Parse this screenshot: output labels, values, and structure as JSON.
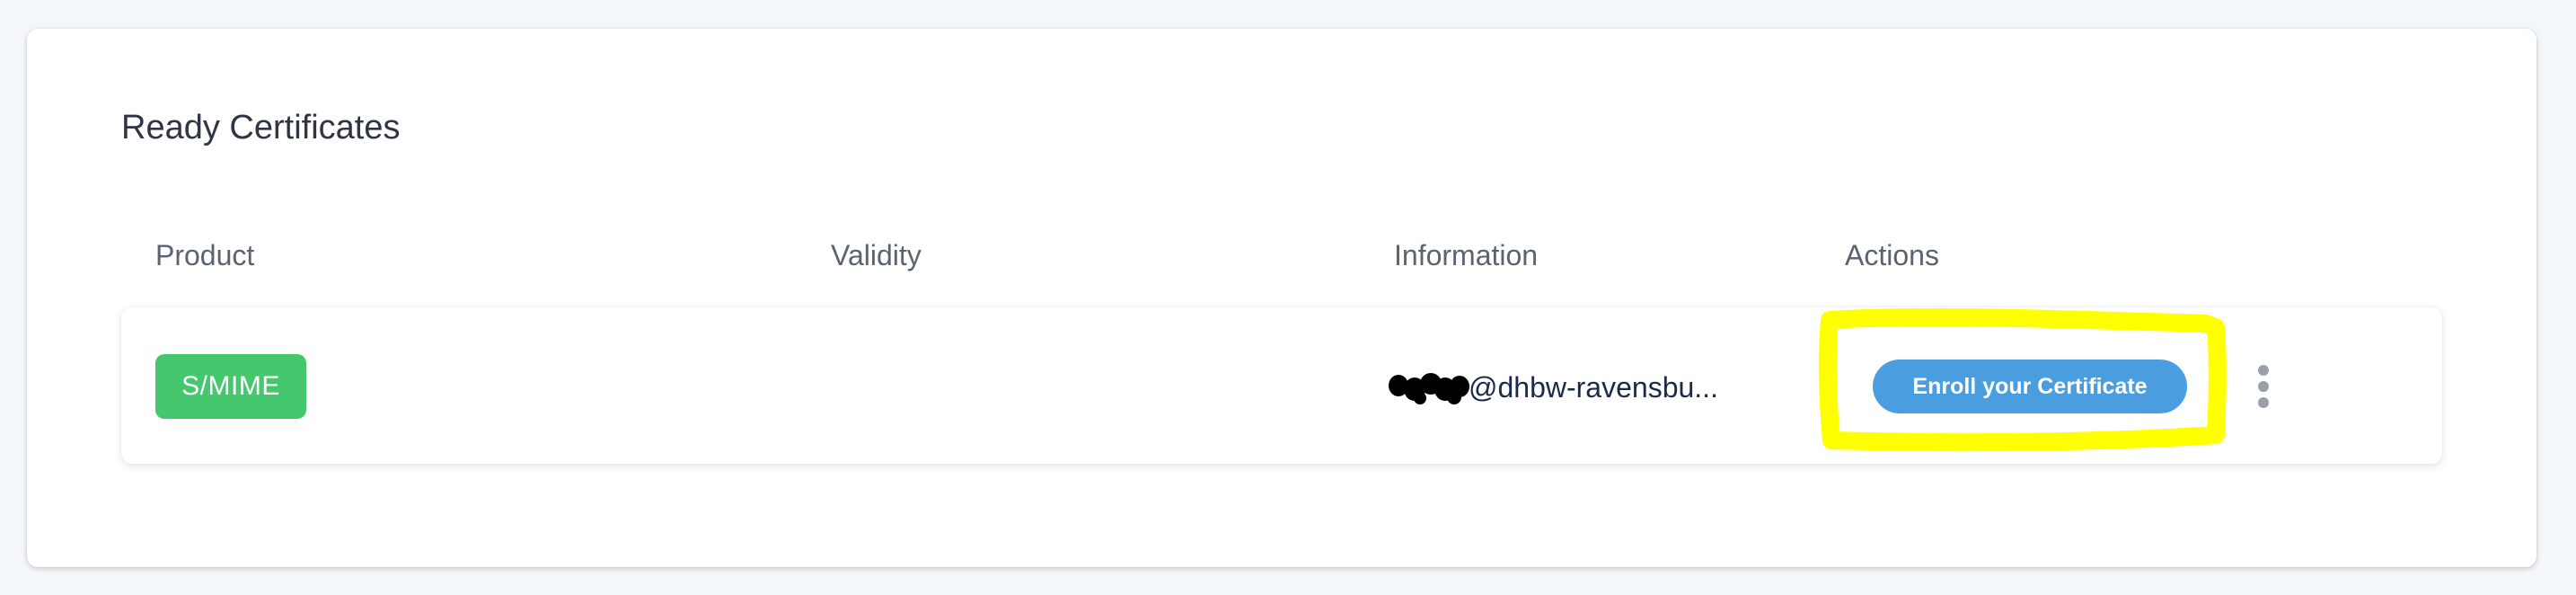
{
  "section": {
    "title": "Ready Certificates"
  },
  "table": {
    "columns": [
      "Product",
      "Validity",
      "Information",
      "Actions"
    ],
    "rows": [
      {
        "product": "S/MIME",
        "validity": "",
        "information": "@dhbw-ravensbu...",
        "action_label": "Enroll your Certificate",
        "menu_icon": "kebab-menu-icon"
      }
    ]
  },
  "colors": {
    "badge_green": "#45c76e",
    "button_blue": "#4a9ee0",
    "highlight_yellow": "#ffff00",
    "redaction_black": "#000000"
  }
}
